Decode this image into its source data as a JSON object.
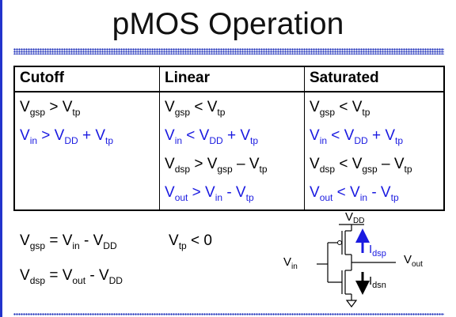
{
  "title": "pMOS Operation",
  "table": {
    "headers": [
      "Cutoff",
      "Linear",
      "Saturated"
    ],
    "cutoff": [
      {
        "parts": [
          {
            "t": "V"
          },
          {
            "s": "gsp"
          },
          {
            "t": " > V"
          },
          {
            "s": "tp"
          }
        ]
      },
      {
        "blue": true,
        "parts": [
          {
            "t": "V"
          },
          {
            "s": "in"
          },
          {
            "t": " > V"
          },
          {
            "s": "DD"
          },
          {
            "t": " + V"
          },
          {
            "s": "tp"
          }
        ]
      }
    ],
    "linear": [
      {
        "parts": [
          {
            "t": "V"
          },
          {
            "s": "gsp"
          },
          {
            "t": " < V"
          },
          {
            "s": "tp"
          }
        ]
      },
      {
        "blue": true,
        "parts": [
          {
            "t": "V"
          },
          {
            "s": "in"
          },
          {
            "t": " < V"
          },
          {
            "s": "DD"
          },
          {
            "t": " + V"
          },
          {
            "s": "tp"
          }
        ]
      },
      {
        "parts": [
          {
            "t": "V"
          },
          {
            "s": "dsp"
          },
          {
            "t": " > V"
          },
          {
            "s": "gsp"
          },
          {
            "t": " – V"
          },
          {
            "s": "tp"
          }
        ]
      },
      {
        "blue": true,
        "parts": [
          {
            "t": "V"
          },
          {
            "s": "out"
          },
          {
            "t": " > V"
          },
          {
            "s": "in"
          },
          {
            "t": " - V"
          },
          {
            "s": "tp"
          }
        ]
      }
    ],
    "saturated": [
      {
        "parts": [
          {
            "t": "V"
          },
          {
            "s": "gsp"
          },
          {
            "t": " < V"
          },
          {
            "s": "tp"
          }
        ]
      },
      {
        "blue": true,
        "parts": [
          {
            "t": "V"
          },
          {
            "s": "in"
          },
          {
            "t": " < V"
          },
          {
            "s": "DD"
          },
          {
            "t": " + V"
          },
          {
            "s": "tp"
          }
        ]
      },
      {
        "parts": [
          {
            "t": "V"
          },
          {
            "s": "dsp"
          },
          {
            "t": " < V"
          },
          {
            "s": "gsp"
          },
          {
            "t": " – V"
          },
          {
            "s": "tp"
          }
        ]
      },
      {
        "blue": true,
        "parts": [
          {
            "t": "V"
          },
          {
            "s": "out"
          },
          {
            "t": " < V"
          },
          {
            "s": "in"
          },
          {
            "t": " - V"
          },
          {
            "s": "tp"
          }
        ]
      }
    ]
  },
  "equations": {
    "vgsp": [
      {
        "t": "V"
      },
      {
        "s": "gsp"
      },
      {
        "t": " = V"
      },
      {
        "s": "in"
      },
      {
        "t": " - V"
      },
      {
        "s": "DD"
      }
    ],
    "vdsp": [
      {
        "t": "V"
      },
      {
        "s": "dsp"
      },
      {
        "t": " = V"
      },
      {
        "s": "out"
      },
      {
        "t": " - V"
      },
      {
        "s": "DD"
      }
    ],
    "vtp": [
      {
        "t": "V"
      },
      {
        "s": "tp"
      },
      {
        "t": " < 0"
      }
    ]
  },
  "circuit": {
    "vdd": {
      "main": "V",
      "sub": "DD"
    },
    "vin": {
      "main": "V",
      "sub": "in"
    },
    "vout": {
      "main": "V",
      "sub": "out"
    },
    "idsp": {
      "main": "I",
      "sub": "dsp"
    },
    "idsn": {
      "main": "I",
      "sub": "dsn"
    },
    "accent_color": "#1a1ae0"
  },
  "colors": {
    "highlight": "#1a1ae0",
    "rule": "#2233bb"
  }
}
